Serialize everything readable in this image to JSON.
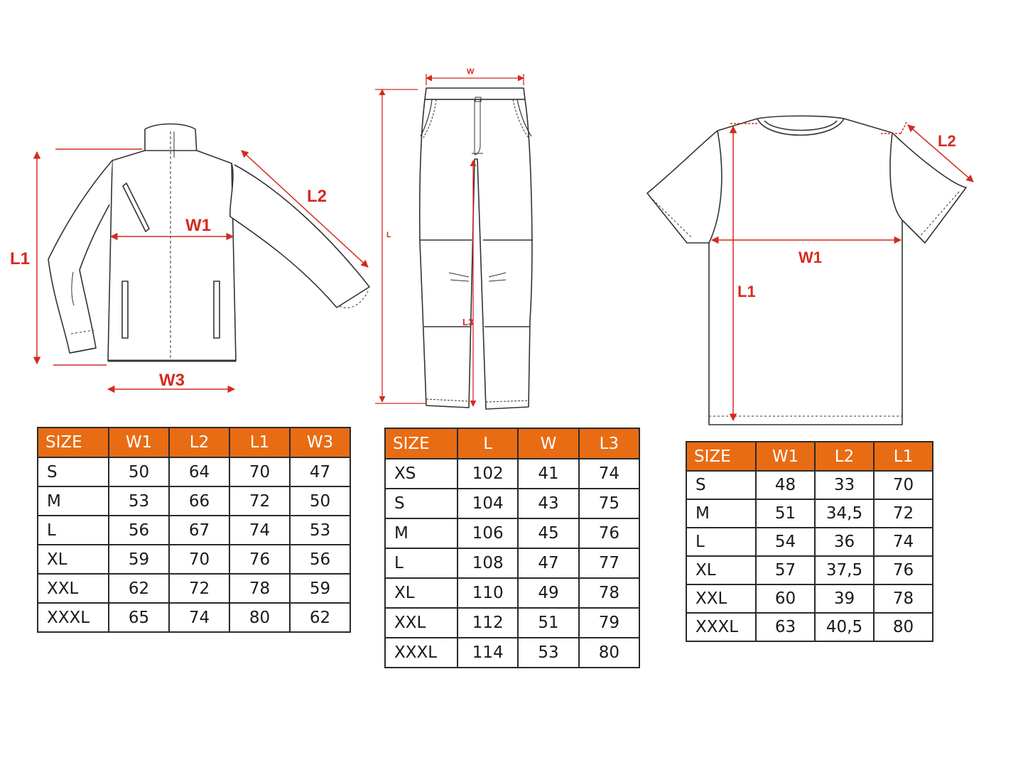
{
  "theme": {
    "header_bg": "#e86c14",
    "dimension_color": "#d42a1f",
    "outline_color": "#333333"
  },
  "jacket": {
    "labels": {
      "l1": "L1",
      "l2": "L2",
      "w1": "W1",
      "w3": "W3"
    },
    "table": {
      "headers": [
        "SIZE",
        "W1",
        "L2",
        "L1",
        "W3"
      ],
      "rows": [
        [
          "S",
          "50",
          "64",
          "70",
          "47"
        ],
        [
          "M",
          "53",
          "66",
          "72",
          "50"
        ],
        [
          "L",
          "56",
          "67",
          "74",
          "53"
        ],
        [
          "XL",
          "59",
          "70",
          "76",
          "56"
        ],
        [
          "XXL",
          "62",
          "72",
          "78",
          "59"
        ],
        [
          "XXXL",
          "65",
          "74",
          "80",
          "62"
        ]
      ]
    }
  },
  "pants": {
    "labels": {
      "w": "W",
      "l": "L",
      "l3": "L3"
    },
    "table": {
      "headers": [
        "SIZE",
        "L",
        "W",
        "L3"
      ],
      "rows": [
        [
          "XS",
          "102",
          "41",
          "74"
        ],
        [
          "S",
          "104",
          "43",
          "75"
        ],
        [
          "M",
          "106",
          "45",
          "76"
        ],
        [
          "L",
          "108",
          "47",
          "77"
        ],
        [
          "XL",
          "110",
          "49",
          "78"
        ],
        [
          "XXL",
          "112",
          "51",
          "79"
        ],
        [
          "XXXL",
          "114",
          "53",
          "80"
        ]
      ]
    }
  },
  "tshirt": {
    "labels": {
      "l1": "L1",
      "l2": "L2",
      "w1": "W1"
    },
    "table": {
      "headers": [
        "SIZE",
        "W1",
        "L2",
        "L1"
      ],
      "rows": [
        [
          "S",
          "48",
          "33",
          "70"
        ],
        [
          "M",
          "51",
          "34,5",
          "72"
        ],
        [
          "L",
          "54",
          "36",
          "74"
        ],
        [
          "XL",
          "57",
          "37,5",
          "76"
        ],
        [
          "XXL",
          "60",
          "39",
          "78"
        ],
        [
          "XXXL",
          "63",
          "40,5",
          "80"
        ]
      ]
    }
  }
}
